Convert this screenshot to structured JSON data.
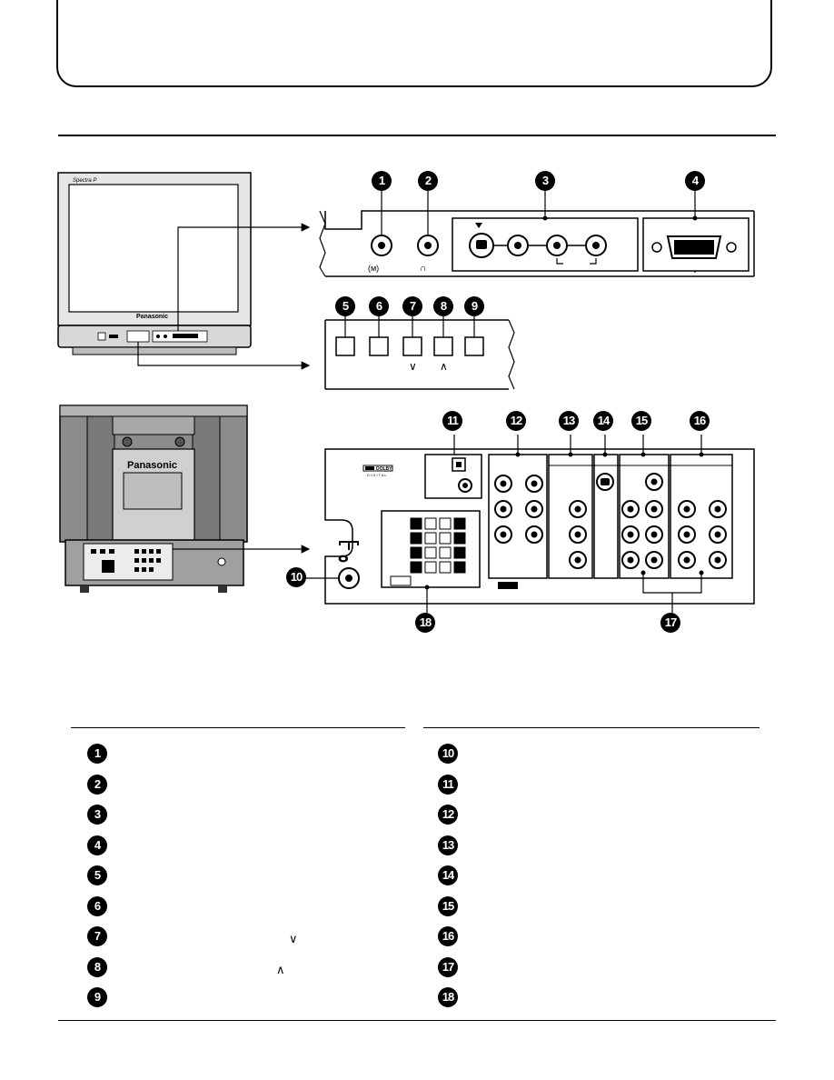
{
  "front_tv": {
    "model_label": "Spectra P",
    "brand": "Panasonic"
  },
  "rear_tv": {
    "brand": "Panasonic"
  },
  "callouts": {
    "top": [
      "1",
      "2",
      "3",
      "4"
    ],
    "buttons": [
      "5",
      "6",
      "7",
      "8",
      "9"
    ],
    "rear": [
      "11",
      "12",
      "13",
      "14",
      "15",
      "16"
    ],
    "bottom": [
      "10",
      "17",
      "18"
    ]
  },
  "button_panel": {
    "arrow_down": "∨",
    "arrow_up": "∧"
  },
  "dolby_label": {
    "line1": "DOLBY",
    "line2": "D I G I T A L"
  },
  "legend": {
    "left": [
      {
        "num": "1",
        "suffix": ""
      },
      {
        "num": "2",
        "suffix": ""
      },
      {
        "num": "3",
        "suffix": ""
      },
      {
        "num": "4",
        "suffix": ""
      },
      {
        "num": "5",
        "suffix": ""
      },
      {
        "num": "6",
        "suffix": ""
      },
      {
        "num": "7",
        "suffix": "∨"
      },
      {
        "num": "8",
        "suffix": "∧"
      },
      {
        "num": "9",
        "suffix": ""
      }
    ],
    "right": [
      {
        "num": "10"
      },
      {
        "num": "11"
      },
      {
        "num": "12"
      },
      {
        "num": "13"
      },
      {
        "num": "14"
      },
      {
        "num": "15"
      },
      {
        "num": "16"
      },
      {
        "num": "17"
      },
      {
        "num": "18"
      }
    ]
  }
}
